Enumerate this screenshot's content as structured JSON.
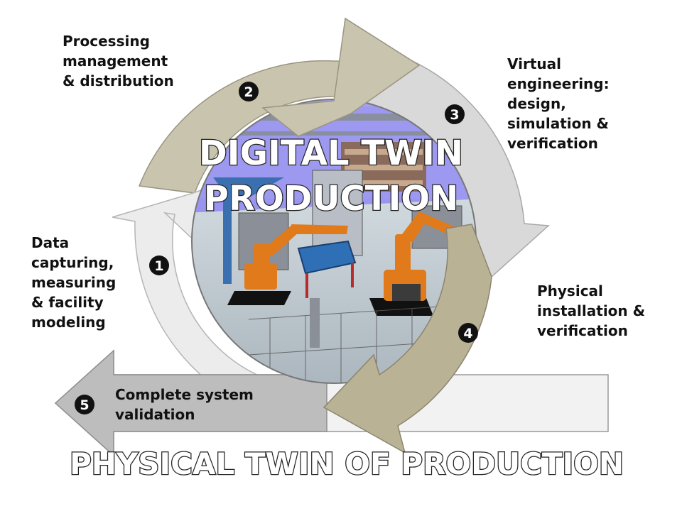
{
  "diagram": {
    "title_lines": [
      "DIGITAL TWIN",
      "PRODUCTION"
    ],
    "footer": "PHYSICAL TWIN OF PRODUCTION",
    "steps": [
      {
        "number": "1",
        "lines": [
          "Data",
          "capturing,",
          "measuring",
          "& facility",
          "modeling"
        ]
      },
      {
        "number": "2",
        "lines": [
          "Processing",
          "management",
          "& distribution"
        ]
      },
      {
        "number": "3",
        "lines": [
          "Virtual",
          "engineering:",
          "design,",
          "simulation &",
          "verification"
        ]
      },
      {
        "number": "4",
        "lines": [
          "Physical",
          "installation &",
          "verification"
        ]
      },
      {
        "number": "5",
        "lines": [
          "Complete system",
          "validation"
        ]
      }
    ]
  },
  "colors": {
    "arrow_1": "#ececec",
    "arrow_2": "#c9c4ad",
    "arrow_3": "#d9d9d9",
    "arrow_4": "#b9b295",
    "arrow_5": "#bdbdbd",
    "sky": "#8c87ee",
    "floor": "#c4cfd6",
    "robot": "#e07a1a"
  }
}
